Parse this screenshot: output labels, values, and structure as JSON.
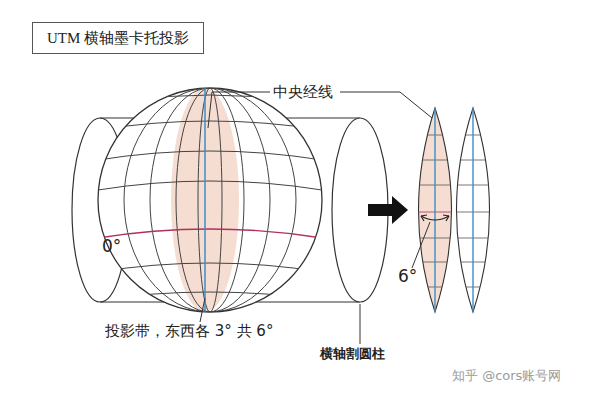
{
  "diagram": {
    "title": "UTM 横轴墨卡托投影",
    "labels": [
      "中央经线",
      "0°",
      "6°",
      "投影带，东西各 3° 共 6°",
      "横轴割圆柱",
      "知乎 @cors账号网"
    ]
  }
}
